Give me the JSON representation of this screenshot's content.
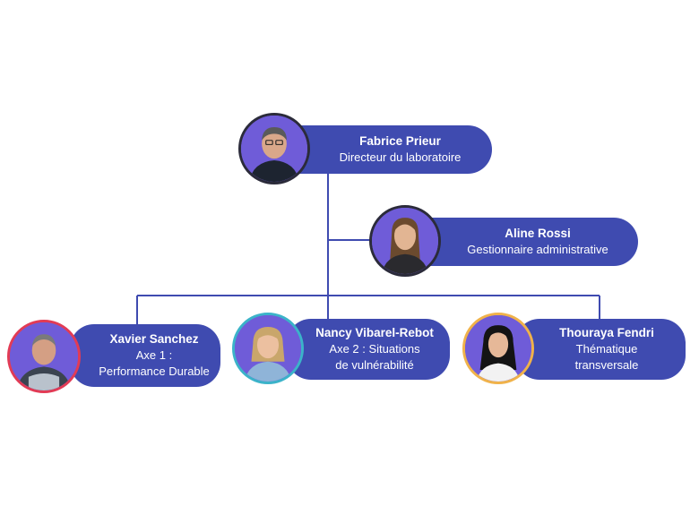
{
  "members": {
    "fabrice": {
      "name": "Fabrice Prieur",
      "role_line1": "Directeur du laboratoire",
      "role_line2": "",
      "ring": "#2b2b3a",
      "skin": "#d9a78a",
      "hair": "#5a5a5a",
      "shirt": "#1d2430"
    },
    "aline": {
      "name": "Aline Rossi",
      "role_line1": "Gestionnaire administrative",
      "role_line2": "",
      "ring": "#2b2b3a",
      "skin": "#e2b593",
      "hair": "#6b4a2e",
      "shirt": "#2a2a2e"
    },
    "xavier": {
      "name": "Xavier Sanchez",
      "role_line1": "Axe 1 :",
      "role_line2": "Performance Durable",
      "ring": "#e23b55",
      "skin": "#d49f84",
      "hair": "#7a7a7a",
      "shirt": "#3b4450"
    },
    "nancy": {
      "name": "Nancy Vibarel-Rebot",
      "role_line1": "Axe 2 : Situations",
      "role_line2": "de vulnérabilité",
      "ring": "#3bb3c9",
      "skin": "#ecc0a0",
      "hair": "#c9a66b",
      "shirt": "#8fb4d8"
    },
    "thouraya": {
      "name": "Thouraya Fendri",
      "role_line1": "Thématique",
      "role_line2": "transversale",
      "ring": "#f0b24a",
      "skin": "#e6b898",
      "hair": "#141414",
      "shirt": "#f2f2f2"
    }
  },
  "colors": {
    "pill": "#3f4bb0",
    "line": "#3f4bb0",
    "avatar_bg": "#6f5cd8"
  }
}
